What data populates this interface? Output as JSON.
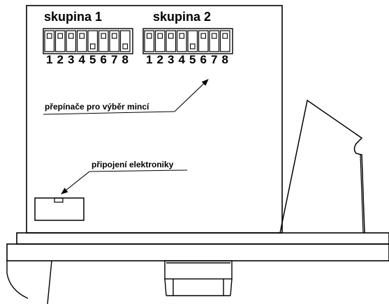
{
  "switches": {
    "group1": {
      "title": "skupina 1",
      "numbers": [
        "1",
        "2",
        "3",
        "4",
        "5",
        "6",
        "7",
        "8"
      ],
      "states": [
        "up",
        "up",
        "up",
        "up",
        "down",
        "up",
        "up",
        "down"
      ]
    },
    "group2": {
      "title": "skupina 2",
      "numbers": [
        "1",
        "2",
        "3",
        "4",
        "5",
        "6",
        "7",
        "8"
      ],
      "states": [
        "up",
        "up",
        "up",
        "up",
        "down",
        "up",
        "up",
        "up"
      ]
    }
  },
  "callouts": {
    "coin_switches": "přepínače pro výběr mincí",
    "electronics": "připojení elektroniky"
  },
  "colors": {
    "stroke": "#000000",
    "background": "#ffffff"
  }
}
